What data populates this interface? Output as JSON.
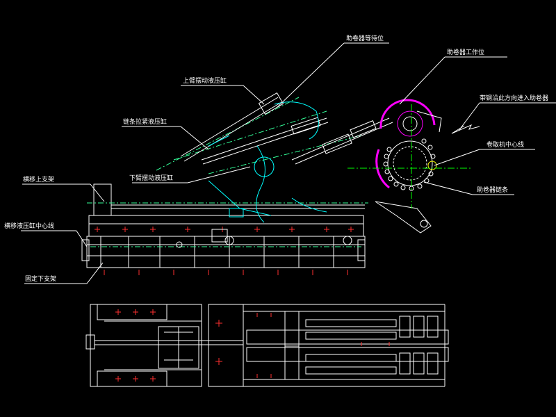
{
  "labels": {
    "helper_wait": "助卷器等待位",
    "helper_work": "助卷器工作位",
    "upper_arm_cyl": "上臂摆动液压缸",
    "strip_direction": "带钢沿此方向进入助卷器",
    "chain_tension_cyl": "链条拉紧液压缸",
    "coiler_center": "卷取机中心线",
    "lower_arm_cyl": "下臂摆动液压缸",
    "upper_support": "横移上支架",
    "helper_chain": "助卷器链条",
    "traverse_cyl_center": "横移液压缸中心线",
    "fixed_lower_support": "固定下支架"
  },
  "colors": {
    "background": "#000000",
    "frame": "#ffffff",
    "red_marks": "#ff3030",
    "green_center": "#00ff00",
    "green_dash": "#33ff99",
    "cyan": "#00ffff",
    "magenta": "#ff00ff",
    "yellow": "#ffff00",
    "label": "#ffffff"
  }
}
